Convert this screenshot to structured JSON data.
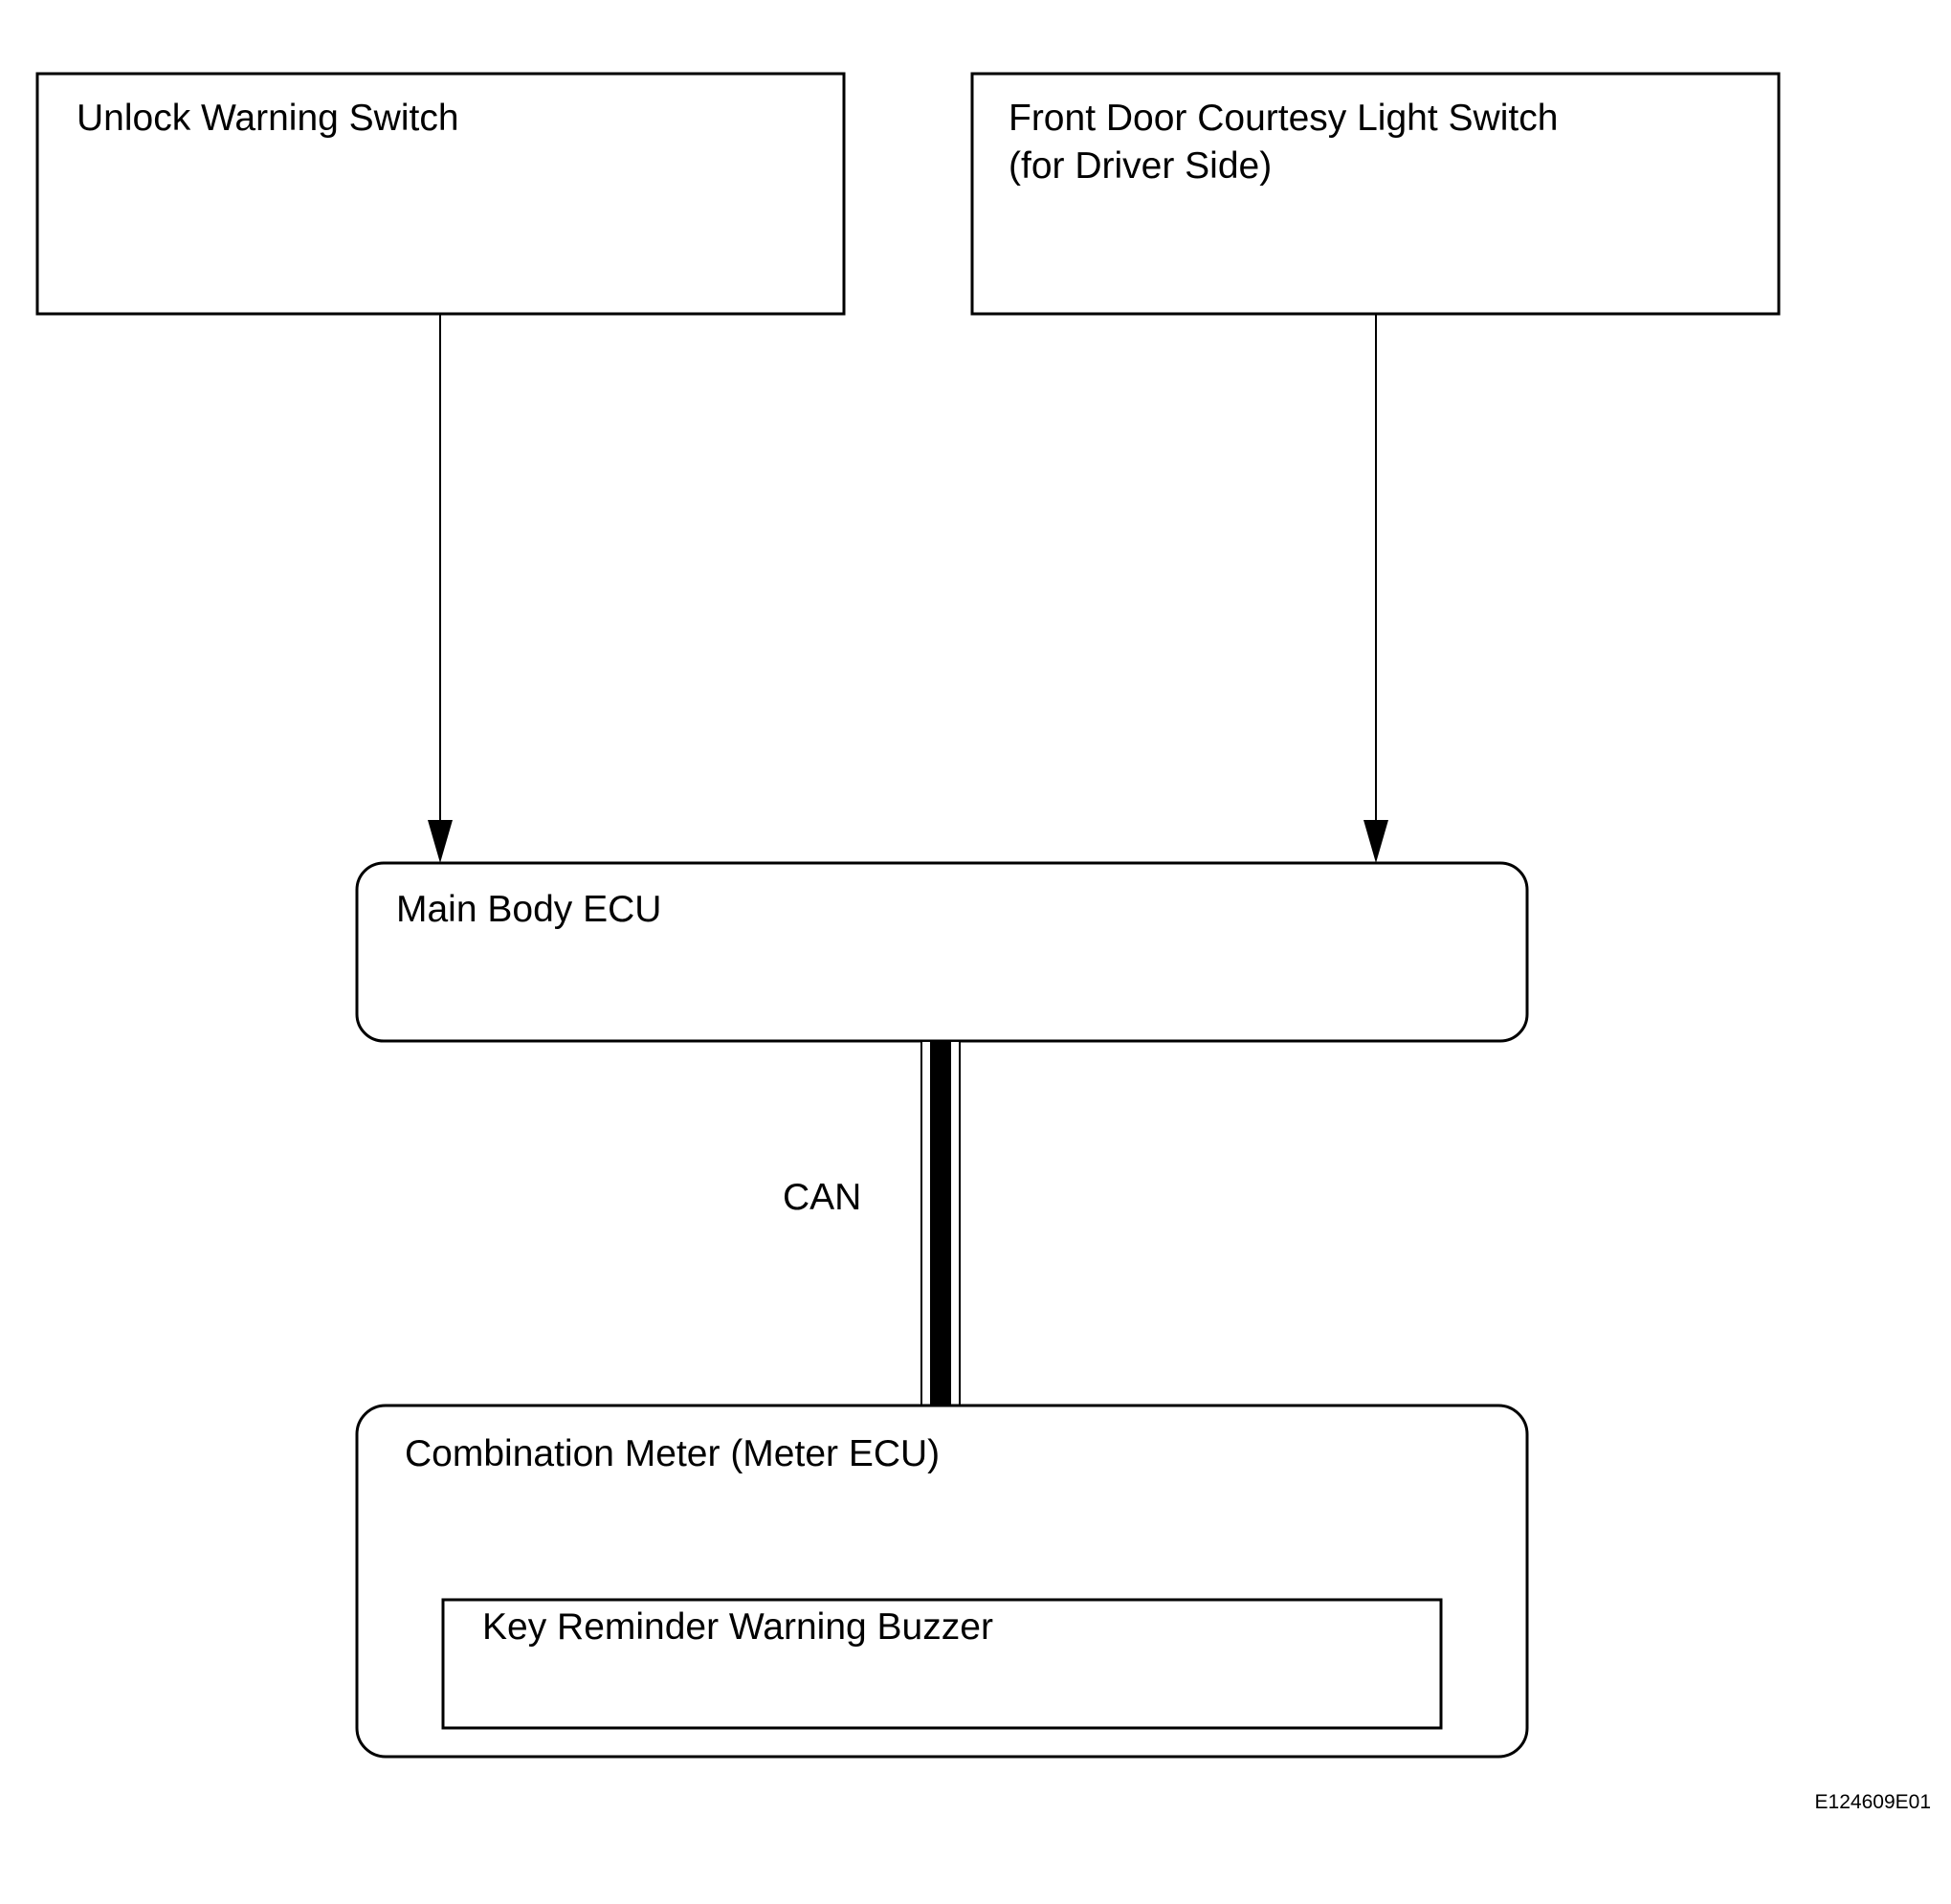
{
  "diagram": {
    "unlock_switch": {
      "label": "Unlock Warning Switch"
    },
    "courtesy_switch": {
      "label_line1": "Front Door Courtesy Light Switch",
      "label_line2": "(for Driver Side)"
    },
    "main_body_ecu": {
      "label": "Main Body ECU"
    },
    "can_bus": {
      "label": "CAN"
    },
    "combination_meter": {
      "label": "Combination Meter (Meter ECU)",
      "buzzer": {
        "label": "Key Reminder Warning Buzzer"
      }
    },
    "figure_code": "E124609E01"
  }
}
